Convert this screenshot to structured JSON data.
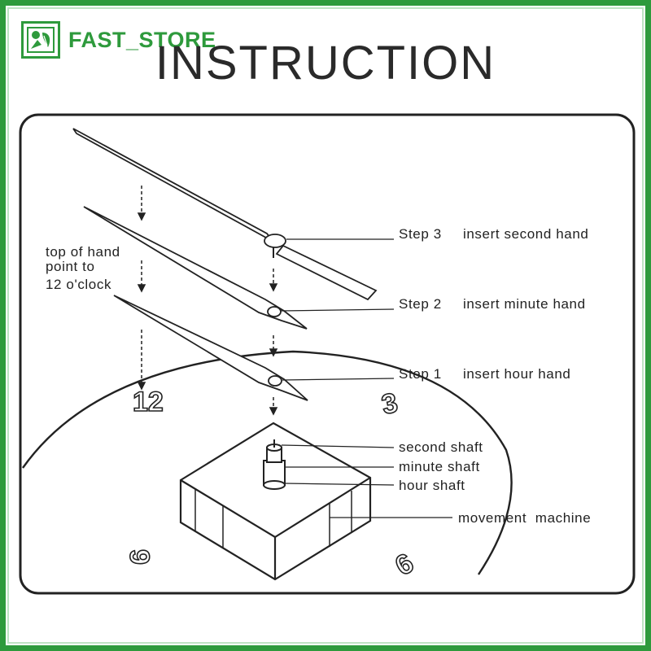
{
  "brand": {
    "name": "FAST_STORE",
    "color": "#2e9a3c",
    "logo_icon": "leaf-square-logo-icon"
  },
  "title": "INSTRUCTION",
  "note": {
    "line1": "top of hand",
    "line2": "point to",
    "line3": "12 o'clock"
  },
  "steps": [
    {
      "step": "Step 3",
      "text": "insert second hand"
    },
    {
      "step": "Step 2",
      "text": "insert minute hand"
    },
    {
      "step": "Step 1",
      "text": "insert hour hand"
    }
  ],
  "parts": {
    "second_shaft": "second shaft",
    "minute_shaft": "minute shaft",
    "hour_shaft": "hour shaft",
    "movement": "movement  machine"
  },
  "dial_numbers": {
    "twelve": "12",
    "three": "3",
    "six": "6",
    "nine": "9"
  }
}
